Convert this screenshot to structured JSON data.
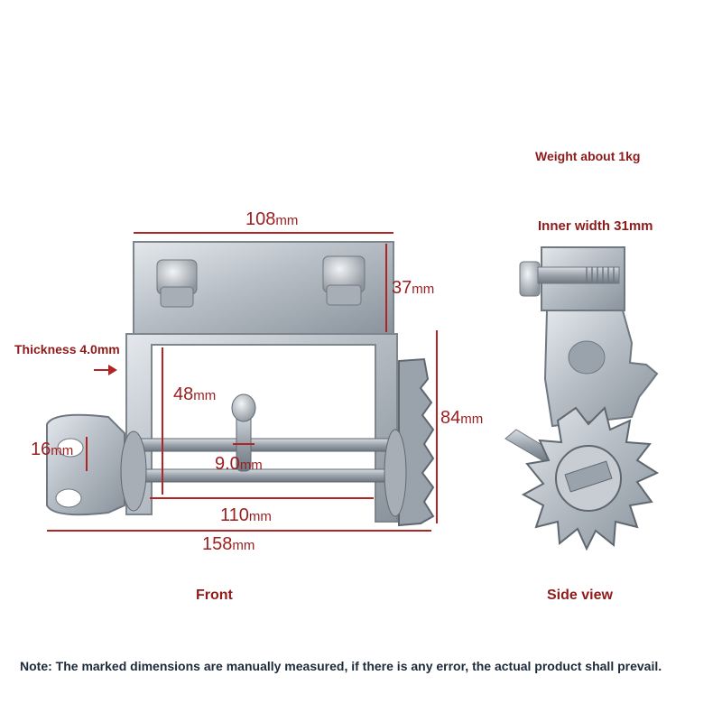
{
  "labels": {
    "weight": "Weight about 1kg",
    "inner_width": "Inner width 31mm",
    "thickness": "Thickness 4.0mm"
  },
  "dimensions": {
    "top_width": {
      "value": "108",
      "unit": "mm"
    },
    "plate_height": {
      "value": "37",
      "unit": "mm"
    },
    "inner_height": {
      "value": "48",
      "unit": "mm"
    },
    "side_height": {
      "value": "84",
      "unit": "mm"
    },
    "ring_dia": {
      "value": "16",
      "unit": "mm"
    },
    "rod_dia": {
      "value": "9.0",
      "unit": "mm"
    },
    "shaft_length": {
      "value": "110",
      "unit": "mm"
    },
    "total_width": {
      "value": "158",
      "unit": "mm"
    }
  },
  "captions": {
    "front": "Front",
    "side": "Side view"
  },
  "note": "Note: The marked dimensions are manually measured, if there is any error, the actual product shall prevail.",
  "colors": {
    "annotation": "#9b2020",
    "metal": "#b9c0c7",
    "note_text": "#1c2a3a"
  }
}
